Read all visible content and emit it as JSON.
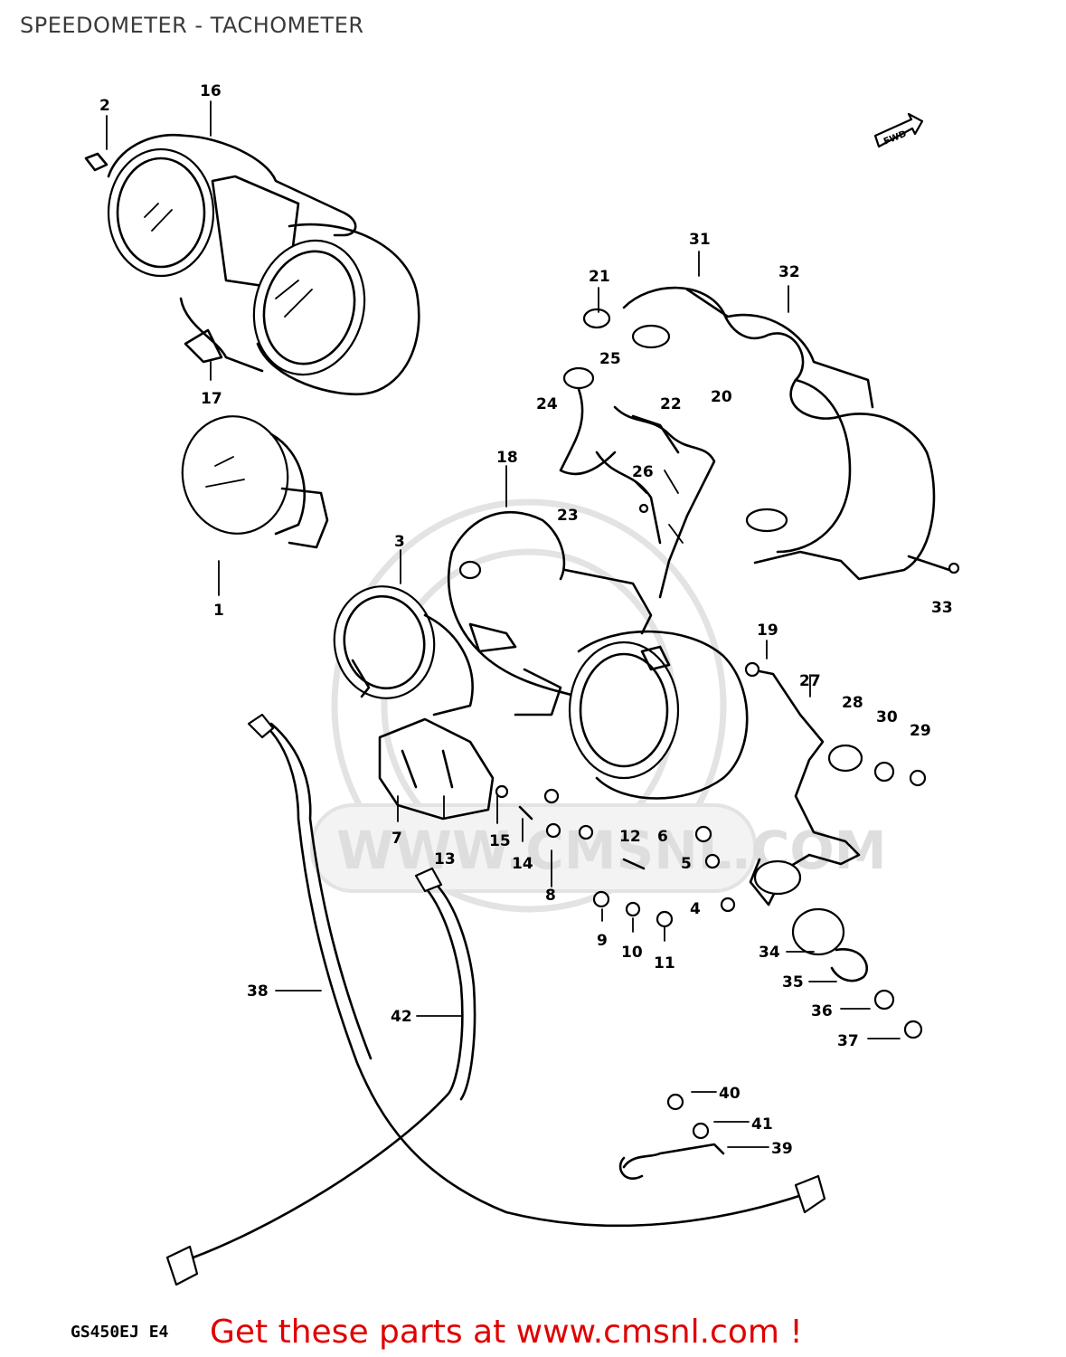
{
  "title": "SPEEDOMETER - TACHOMETER",
  "model_code": "GS450EJ E4",
  "footer_link": "Get these parts at www.cmsnl.com !",
  "watermark": "WWW.CMSNL.COM",
  "fwd_label": "FWD",
  "colors": {
    "link": "#e00000",
    "line": "#000000",
    "watermark": "#dedede"
  },
  "parts": [
    {
      "id": "1",
      "label": "1"
    },
    {
      "id": "2",
      "label": "2"
    },
    {
      "id": "3",
      "label": "3"
    },
    {
      "id": "4",
      "label": "4"
    },
    {
      "id": "5",
      "label": "5"
    },
    {
      "id": "6",
      "label": "6"
    },
    {
      "id": "7",
      "label": "7"
    },
    {
      "id": "8",
      "label": "8"
    },
    {
      "id": "9",
      "label": "9"
    },
    {
      "id": "10",
      "label": "10"
    },
    {
      "id": "11",
      "label": "11"
    },
    {
      "id": "12",
      "label": "12"
    },
    {
      "id": "13",
      "label": "13"
    },
    {
      "id": "14",
      "label": "14"
    },
    {
      "id": "15",
      "label": "15"
    },
    {
      "id": "16",
      "label": "16"
    },
    {
      "id": "17",
      "label": "17"
    },
    {
      "id": "18",
      "label": "18"
    },
    {
      "id": "19",
      "label": "19"
    },
    {
      "id": "20",
      "label": "20"
    },
    {
      "id": "21",
      "label": "21"
    },
    {
      "id": "22",
      "label": "22"
    },
    {
      "id": "23",
      "label": "23"
    },
    {
      "id": "24",
      "label": "24"
    },
    {
      "id": "25",
      "label": "25"
    },
    {
      "id": "26",
      "label": "26"
    },
    {
      "id": "27",
      "label": "27"
    },
    {
      "id": "28",
      "label": "28"
    },
    {
      "id": "29",
      "label": "29"
    },
    {
      "id": "30",
      "label": "30"
    },
    {
      "id": "31",
      "label": "31"
    },
    {
      "id": "32",
      "label": "32"
    },
    {
      "id": "33",
      "label": "33"
    },
    {
      "id": "34",
      "label": "34"
    },
    {
      "id": "35",
      "label": "35"
    },
    {
      "id": "36",
      "label": "36"
    },
    {
      "id": "37",
      "label": "37"
    },
    {
      "id": "38",
      "label": "38"
    },
    {
      "id": "39",
      "label": "39"
    },
    {
      "id": "40",
      "label": "40"
    },
    {
      "id": "41",
      "label": "41"
    },
    {
      "id": "42",
      "label": "42"
    }
  ]
}
